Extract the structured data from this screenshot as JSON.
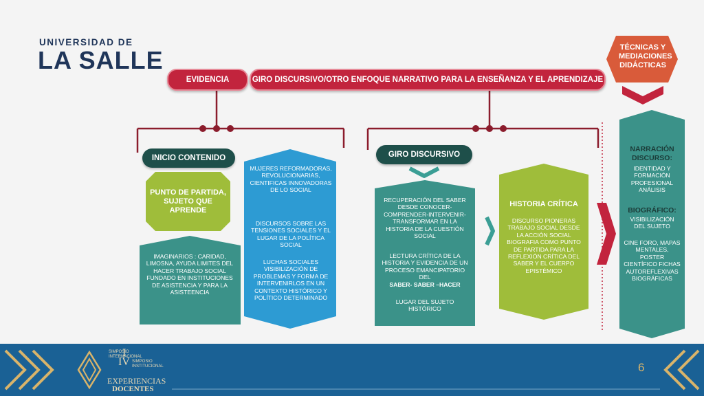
{
  "logo": {
    "top": "UNIVERSIDAD DE",
    "main": "LA SALLE"
  },
  "header": {
    "evidencia": "EVIDENCIA",
    "giro_enfoque": "GIRO DISCURSIVO/OTRO ENFOQUE NARRATIVO PARA LA ENSEÑANZA Y EL APRENDIZAJE",
    "tecnicas": "TÉCNICAS Y MEDIACIONES DIDÁCTICAS"
  },
  "left": {
    "inicio": "INICIO CONTENIDO",
    "punto": "PUNTO DE PARTIDA, SUJETO QUE APRENDE",
    "imaginarios": "IMAGINARIOS : CARIDAD, LIMOSNA, AYUDA LIMITES DEL HACER TRABAJO SOCIAL FUNDADO EN INSTITUCIONES DE ASISTENCIA Y PARA LA ASISTEENCIA",
    "mujeres": "MUJERES REFORMADORAS, REVOLUCIONARIAS, CIENTIFICAS INNOVADORAS DE LO SOCIAL",
    "discursos": "DISCURSOS SOBRE LAS TENSIONES SOCIALES Y EL LUGAR DE LA POLÍTICA SOCIAL",
    "luchas": "LUCHAS SOCIALES VISIBILIZACIÓN DE PROBLEMAS Y FORMA DE INTERVENIRLOS EN UN CONTEXTO HISTÓRICO Y POLÍTICO DETERMINADO"
  },
  "middle": {
    "giro": "GIRO DISCURSIVO",
    "recuperacion": "RECUPERACIÓN DEL SABER DESDE CONOCER-COMPRENDER-INTERVENIR-TRANSFORMAR EN LA HISTORIA DE LA CUESTIÓN SOCIAL",
    "lectura": "LECTURA CRÍTICA DE LA HISTORIA Y EVIDENCIA DE UN PROCESO EMANCIPATORIO DEL",
    "saber": "SABER- SABER –HACER",
    "lugar": "LUGAR DEL SUJETO HISTÓRICO",
    "historia_title": "HISTORIA CRÍTICA",
    "historia_body": "DISCURSO PIONERAS TRABAJO SOCIAL DESDE LA ACCIÓN SOCIAL BIOGRAFIA COMO PUNTO DE PARTIDA PARA LA REFLEXIÓN CRÍTICA DEL SABER Y EL CUERPO EPISTÉMICO"
  },
  "right": {
    "narracion_title": "NARRACIÓN DISCURSO:",
    "narracion_body": "IDENTIDAD Y FORMACIÓN PROFESIONAL ANÁLISIS",
    "biografico_title": "BIOGRÁFICO:",
    "biografico_body": "VISIBILIZACIÓN DEL SUJETO",
    "cine": "CINE FORO, MAPAS MENTALES, POSTER CIENTÍFICO FICHAS AUTOREFLEXIVAS BIOGRÁFICAS"
  },
  "footer": {
    "simposio_intl": "SIMPOSIO INTERNACIONAL",
    "numeral_1": "I",
    "numeral_4": "IV",
    "simposio_inst": "SIMPOSIO INSTITUCIONAL",
    "experiencias": "EXPERIENCIAS",
    "docentes": "DOCENTES",
    "page": "6"
  }
}
